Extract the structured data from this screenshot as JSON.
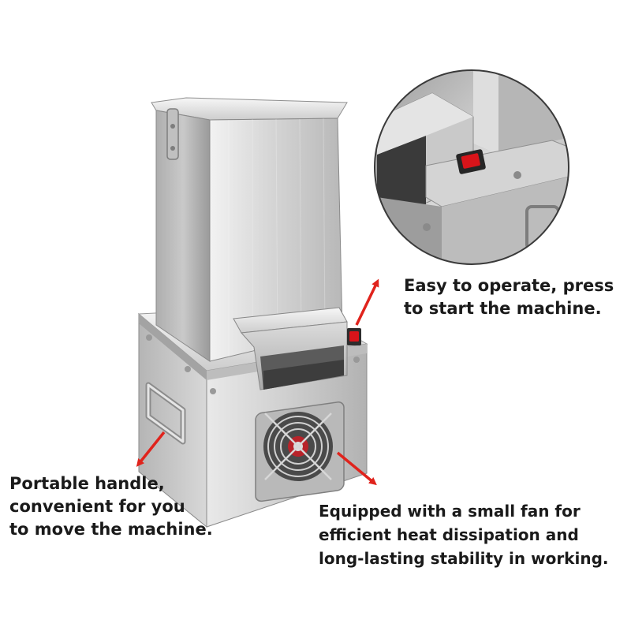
{
  "captions": {
    "operate": [
      "Easy to operate, press",
      "to start the machine."
    ],
    "handle": [
      "Portable handle,",
      "convenient for you",
      "to move the machine."
    ],
    "fan": [
      "Equipped with a small fan for",
      "efficient heat dissipation and",
      "long-lasting stability in working."
    ]
  },
  "colors": {
    "arrow": "#e0231c",
    "steel_light": "#e6e6e6",
    "steel_mid": "#c4c4c4",
    "steel_dark": "#8f8f8f",
    "switch": "#d8141a",
    "text": "#1a1a1a"
  },
  "icons": {
    "arrow": "red-arrow-icon",
    "fan": "fan-icon",
    "switch": "power-switch-icon",
    "handle": "handle-icon"
  }
}
